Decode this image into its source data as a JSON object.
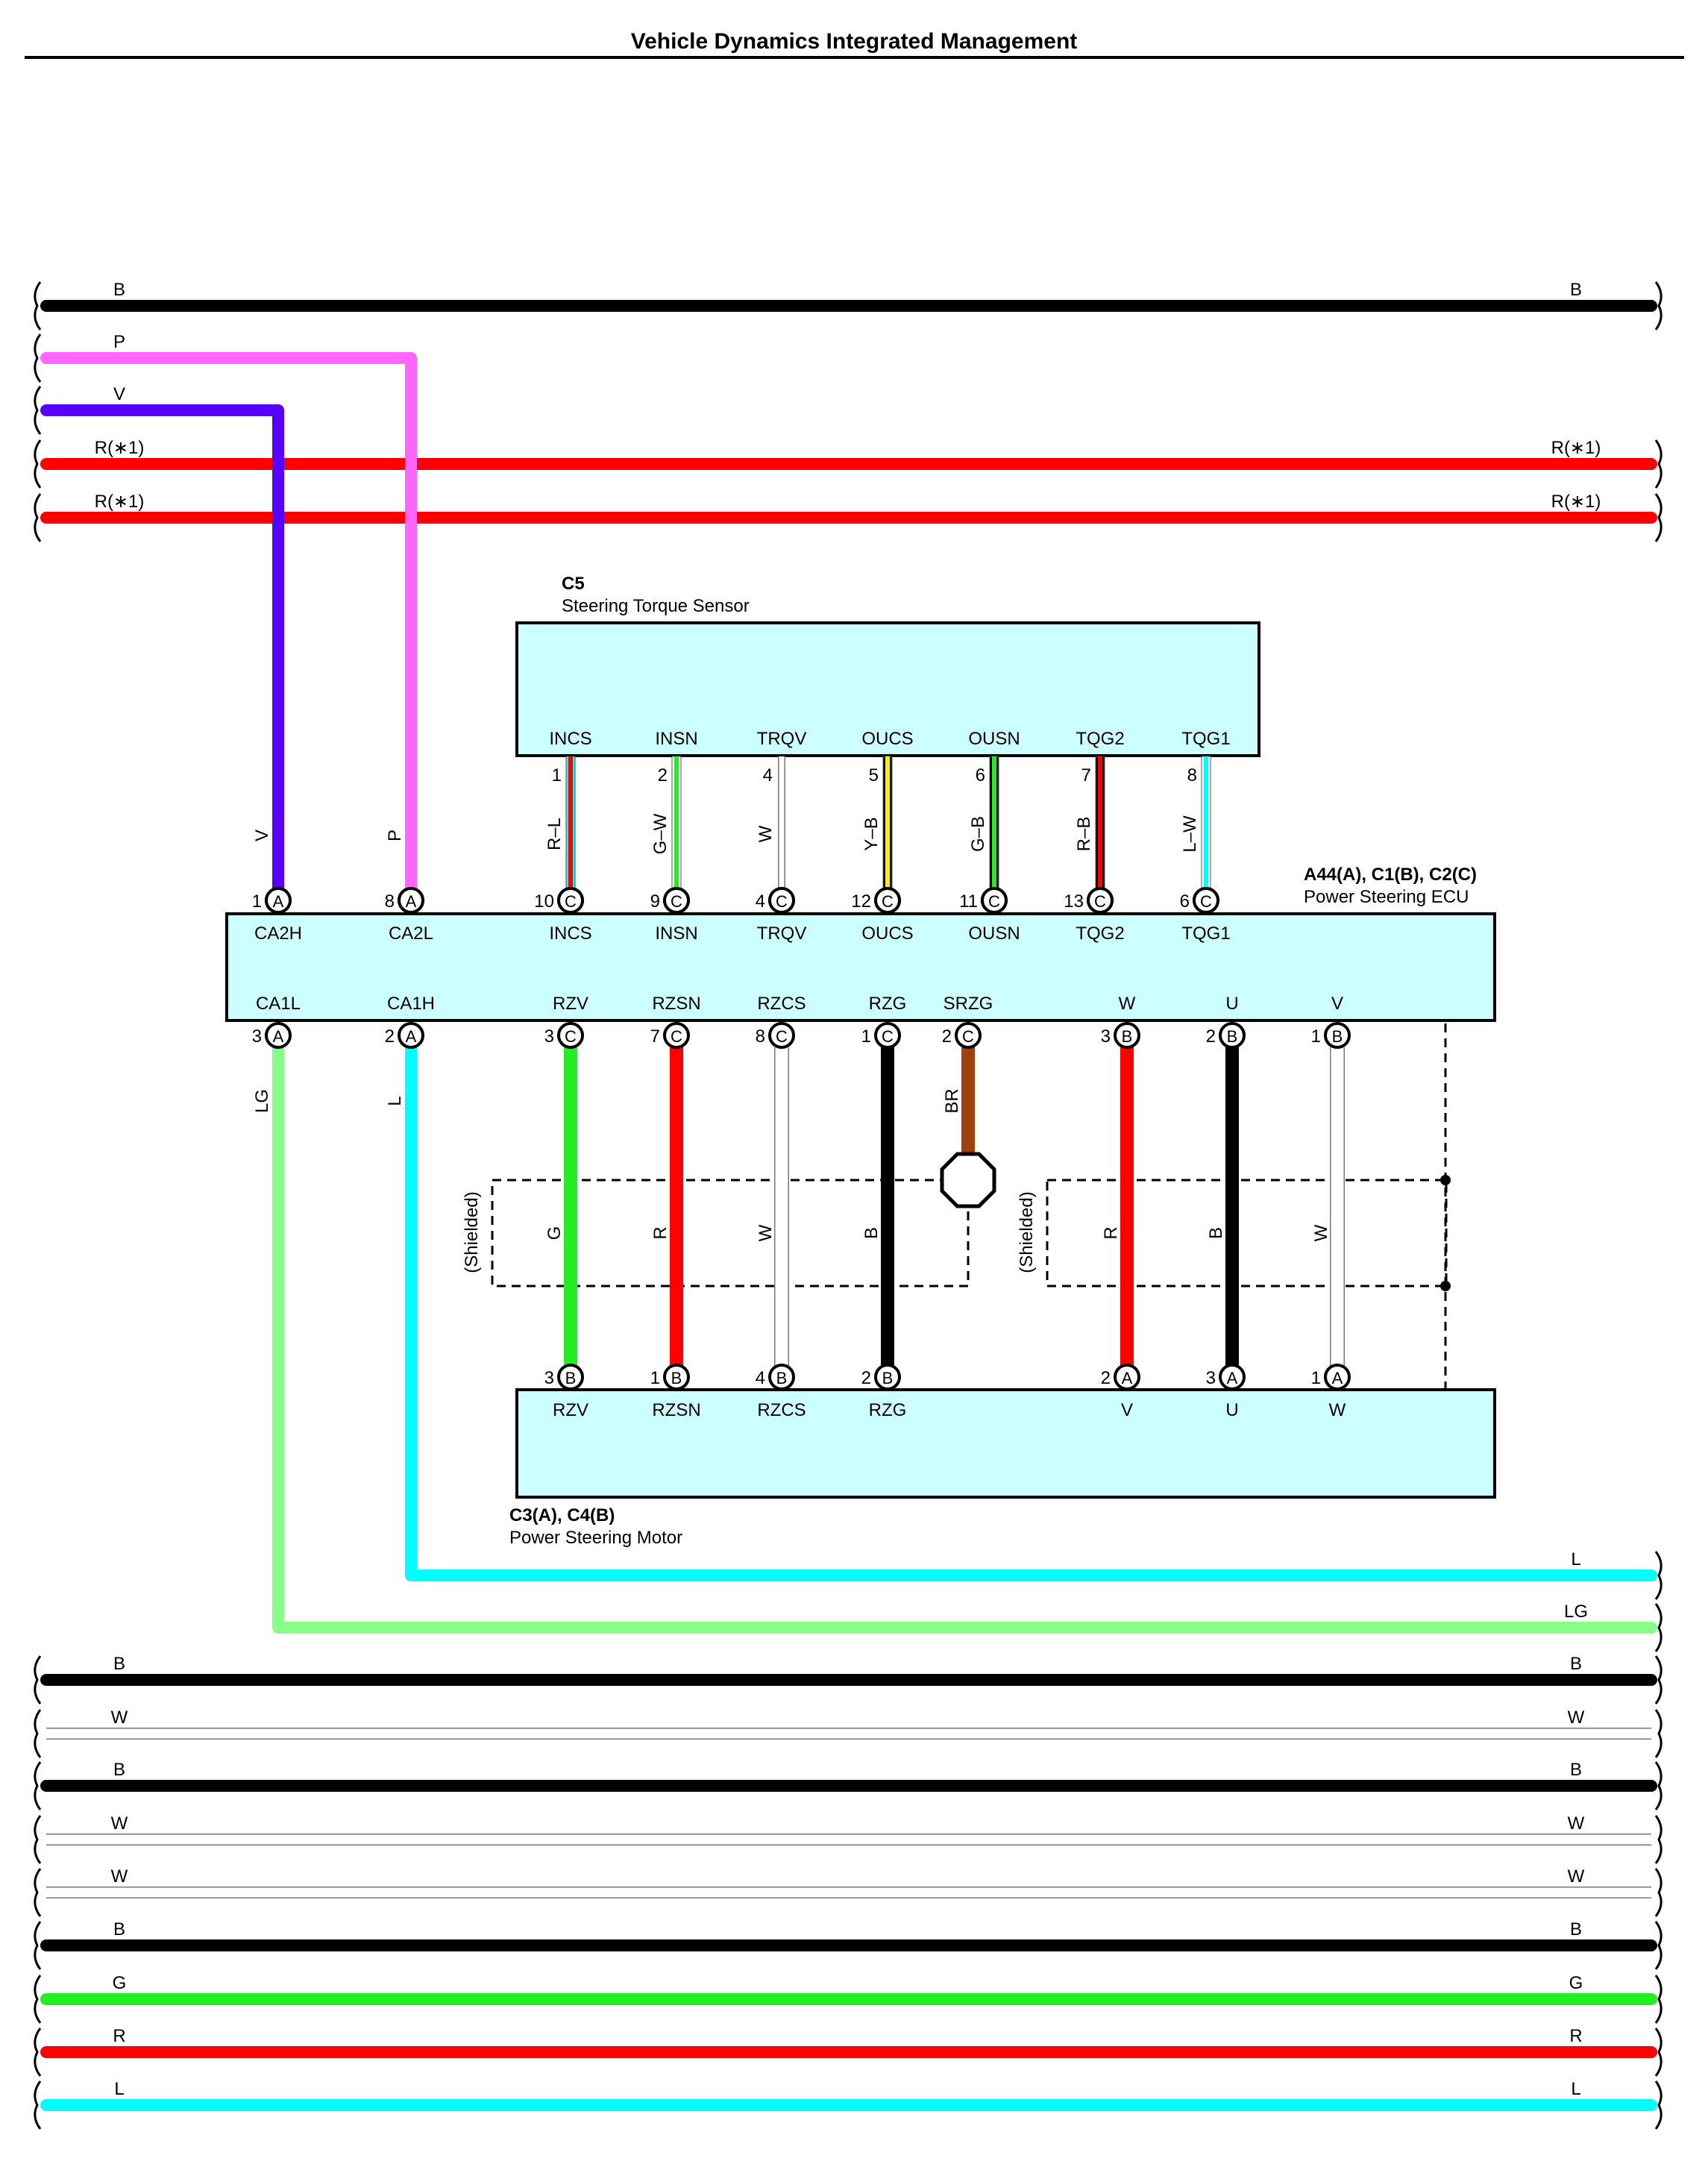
{
  "header": {
    "title": "Vehicle Dynamics Integrated Management"
  },
  "colors": {
    "B": "#000000",
    "P": "#ff66ff",
    "V": "#5500ff",
    "R": "#ff0000",
    "L": "#00ffff",
    "LG": "#88ff88",
    "G": "#22ee22",
    "W": "#ffffff",
    "BR": "#a0400a",
    "Y": "#ffee00",
    "box_fill": "#ccffff"
  },
  "rails_top": [
    {
      "color": "B",
      "left_label": "B",
      "right_label": "B"
    },
    {
      "color": "P",
      "left_label": "P",
      "right_label": ""
    },
    {
      "color": "V",
      "left_label": "V",
      "right_label": ""
    },
    {
      "color": "R",
      "left_label": "R(∗1)",
      "right_label": "R(∗1)"
    },
    {
      "color": "R",
      "left_label": "R(∗1)",
      "right_label": "R(∗1)"
    }
  ],
  "rails_bottom": [
    {
      "color": "L",
      "left_label": "",
      "right_label": "L"
    },
    {
      "color": "LG",
      "left_label": "",
      "right_label": "LG"
    },
    {
      "color": "B",
      "left_label": "B",
      "right_label": "B"
    },
    {
      "color": "W",
      "left_label": "W",
      "right_label": "W"
    },
    {
      "color": "B",
      "left_label": "B",
      "right_label": "B"
    },
    {
      "color": "W",
      "left_label": "W",
      "right_label": "W"
    },
    {
      "color": "W",
      "left_label": "W",
      "right_label": "W"
    },
    {
      "color": "B",
      "left_label": "B",
      "right_label": "B"
    },
    {
      "color": "G",
      "left_label": "G",
      "right_label": "G"
    },
    {
      "color": "R",
      "left_label": "R",
      "right_label": "R"
    },
    {
      "color": "L",
      "left_label": "L",
      "right_label": "L"
    }
  ],
  "torque_sensor": {
    "code": "C5",
    "name": "Steering Torque Sensor",
    "terminals": [
      {
        "name": "INCS",
        "pin": "1",
        "wire": "R–L",
        "c1": "R",
        "c2": "L"
      },
      {
        "name": "INSN",
        "pin": "2",
        "wire": "G–W",
        "c1": "G",
        "c2": "W"
      },
      {
        "name": "TRQV",
        "pin": "4",
        "wire": "W",
        "c1": "W",
        "c2": ""
      },
      {
        "name": "OUCS",
        "pin": "5",
        "wire": "Y–B",
        "c1": "Y",
        "c2": "B"
      },
      {
        "name": "OUSN",
        "pin": "6",
        "wire": "G–B",
        "c1": "G",
        "c2": "B"
      },
      {
        "name": "TQG2",
        "pin": "7",
        "wire": "R–B",
        "c1": "R",
        "c2": "B"
      },
      {
        "name": "TQG1",
        "pin": "8",
        "wire": "L–W",
        "c1": "L",
        "c2": "W"
      }
    ]
  },
  "ecu": {
    "code": "A44(A), C1(B), C2(C)",
    "name": "Power Steering ECU",
    "top_terminals": [
      {
        "name": "CA2H",
        "pin": "1",
        "conn": "A",
        "wire": "V"
      },
      {
        "name": "CA2L",
        "pin": "8",
        "conn": "A",
        "wire": "P"
      },
      {
        "name": "INCS",
        "pin": "10",
        "conn": "C"
      },
      {
        "name": "INSN",
        "pin": "9",
        "conn": "C"
      },
      {
        "name": "TRQV",
        "pin": "4",
        "conn": "C"
      },
      {
        "name": "OUCS",
        "pin": "12",
        "conn": "C"
      },
      {
        "name": "OUSN",
        "pin": "11",
        "conn": "C"
      },
      {
        "name": "TQG2",
        "pin": "13",
        "conn": "C"
      },
      {
        "name": "TQG1",
        "pin": "6",
        "conn": "C"
      }
    ],
    "bottom_terminals": [
      {
        "name": "CA1L",
        "pin": "3",
        "conn": "A",
        "wire": "LG"
      },
      {
        "name": "CA1H",
        "pin": "2",
        "conn": "A",
        "wire": "L"
      },
      {
        "name": "RZV",
        "pin": "3",
        "conn": "C",
        "wire": "G"
      },
      {
        "name": "RZSN",
        "pin": "7",
        "conn": "C",
        "wire": "R"
      },
      {
        "name": "RZCS",
        "pin": "8",
        "conn": "C",
        "wire": "W"
      },
      {
        "name": "RZG",
        "pin": "1",
        "conn": "C",
        "wire": "B"
      },
      {
        "name": "SRZG",
        "pin": "2",
        "conn": "C",
        "wire": "BR"
      },
      {
        "name": "W",
        "pin": "3",
        "conn": "B",
        "wire": "R"
      },
      {
        "name": "U",
        "pin": "2",
        "conn": "B",
        "wire": "B"
      },
      {
        "name": "V",
        "pin": "1",
        "conn": "B",
        "wire": "W"
      }
    ]
  },
  "shield_label": "(Shielded)",
  "motor": {
    "code": "C3(A), C4(B)",
    "name": "Power Steering Motor",
    "terminals": [
      {
        "name": "RZV",
        "pin": "3",
        "conn": "B"
      },
      {
        "name": "RZSN",
        "pin": "1",
        "conn": "B"
      },
      {
        "name": "RZCS",
        "pin": "4",
        "conn": "B"
      },
      {
        "name": "RZG",
        "pin": "2",
        "conn": "B"
      },
      {
        "name": "V",
        "pin": "2",
        "conn": "A"
      },
      {
        "name": "U",
        "pin": "3",
        "conn": "A"
      },
      {
        "name": "W",
        "pin": "1",
        "conn": "A"
      }
    ]
  }
}
